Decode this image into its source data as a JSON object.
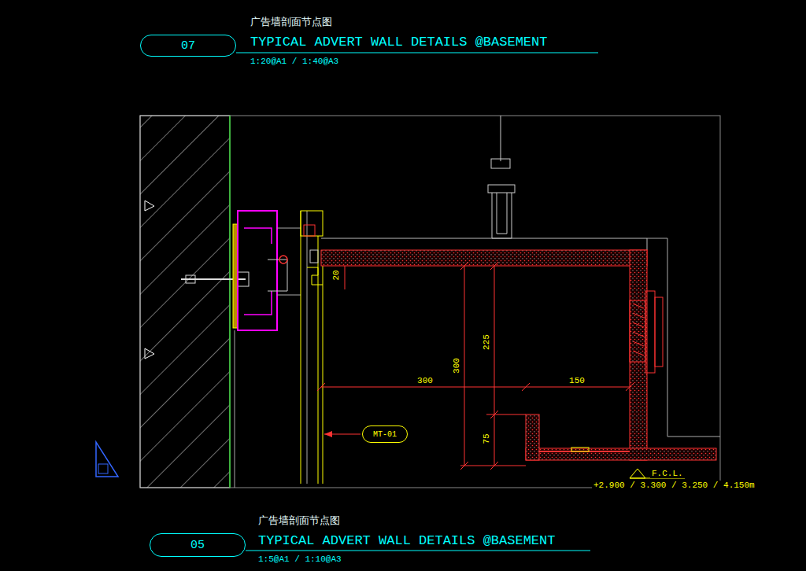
{
  "diagram": {
    "nodes": [
      {
        "text": [
          "07"
        ]
      },
      {
        "text": [
          "MT-01"
        ]
      },
      {
        "text": [
          "05"
        ]
      }
    ],
    "labels": [
      "广告墙剖面节点图",
      "TYPICAL ADVERT WALL DETAILS @BASEMENT",
      "1:20@A1 / 1:40@A3",
      "20",
      "225",
      "300",
      "300",
      "150",
      "75",
      "F.C.L.",
      "+2.900 / 3.300 / 3.250 / 4.150m",
      "广告墙剖面节点图",
      "TYPICAL ADVERT WALL DETAILS @BASEMENT",
      "1:5@A1 / 1:10@A3"
    ]
  }
}
